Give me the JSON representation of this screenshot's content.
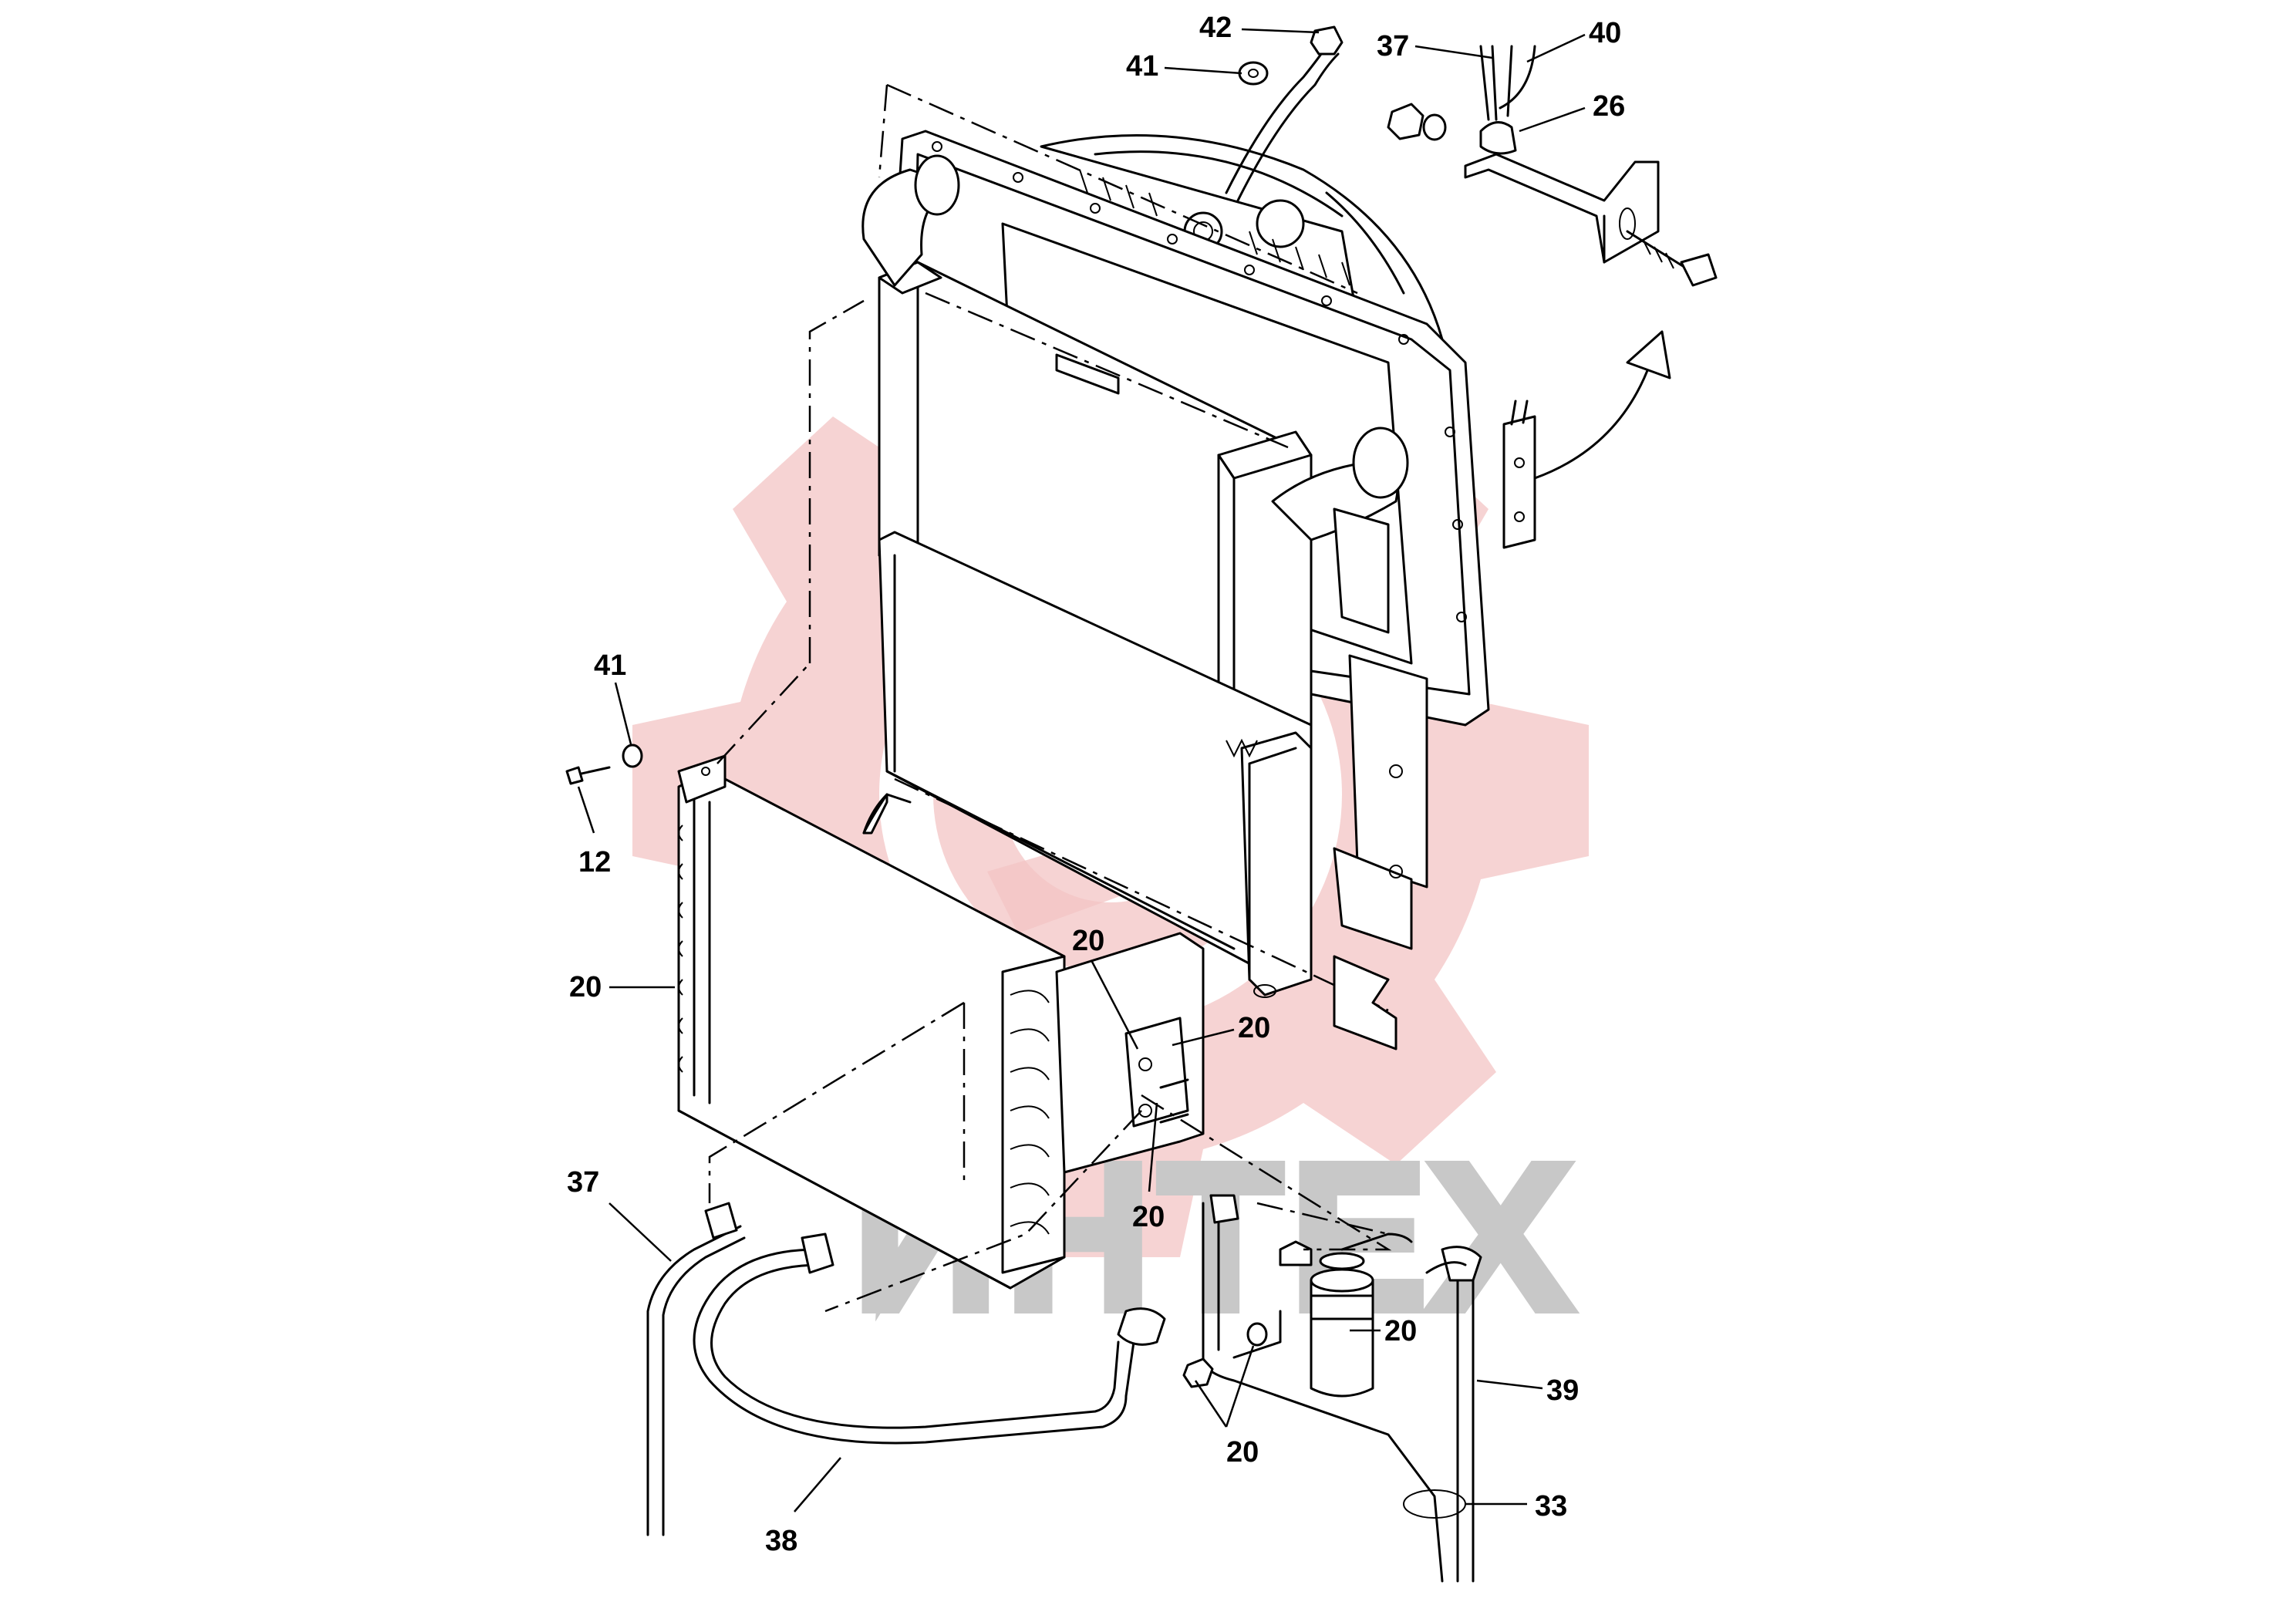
{
  "watermark": {
    "text": "ИНТЕХ",
    "gear_color": "#f3c4c4",
    "text_color": "#c8c8c8"
  },
  "callouts": [
    {
      "id": "c42",
      "label": "42"
    },
    {
      "id": "c41a",
      "label": "41"
    },
    {
      "id": "c37a",
      "label": "37"
    },
    {
      "id": "c40",
      "label": "40"
    },
    {
      "id": "c26",
      "label": "26"
    },
    {
      "id": "c41b",
      "label": "41"
    },
    {
      "id": "c12",
      "label": "12"
    },
    {
      "id": "c20a",
      "label": "20"
    },
    {
      "id": "c20b",
      "label": "20"
    },
    {
      "id": "c20c",
      "label": "20"
    },
    {
      "id": "c20d",
      "label": "20"
    },
    {
      "id": "c20e",
      "label": "20"
    },
    {
      "id": "c20f",
      "label": "20"
    },
    {
      "id": "c37b",
      "label": "37"
    },
    {
      "id": "c38",
      "label": "38"
    },
    {
      "id": "c39",
      "label": "39"
    },
    {
      "id": "c33",
      "label": "33"
    }
  ]
}
